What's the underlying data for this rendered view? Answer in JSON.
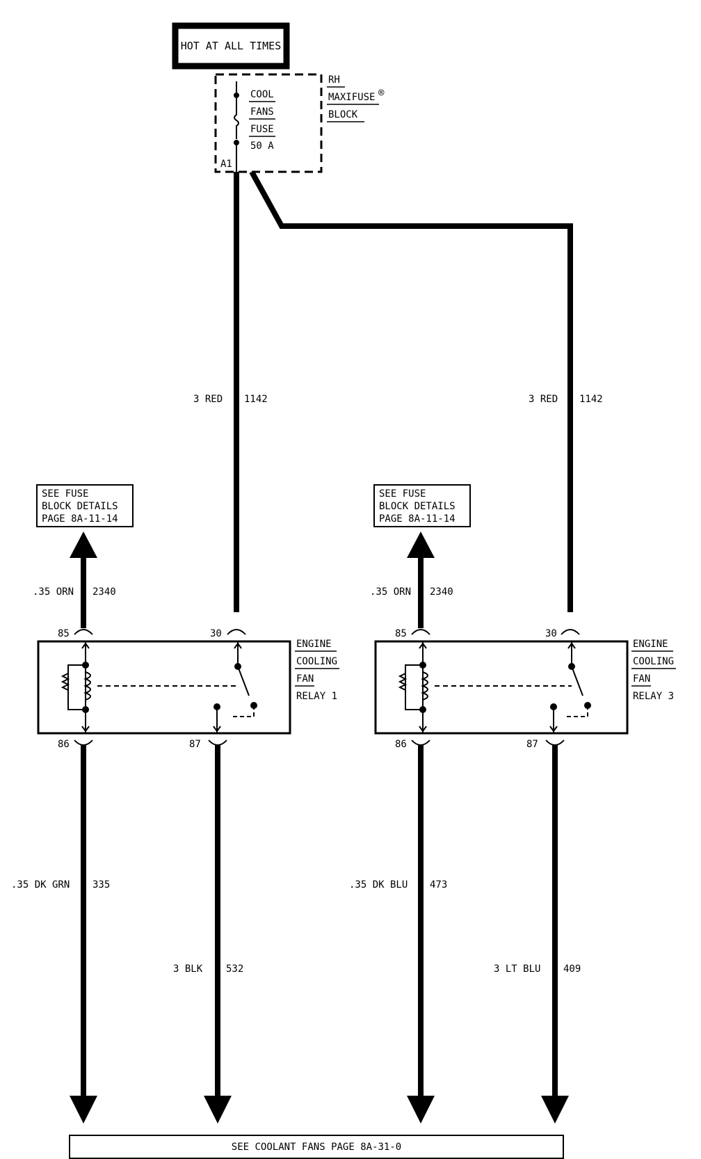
{
  "header_box": {
    "text": "HOT AT ALL TIMES"
  },
  "fuse_block": {
    "name_lines": [
      "RH",
      "MAXIFUSE",
      "BLOCK"
    ],
    "registered_mark": "®",
    "fuse_lines": [
      "COOL",
      "FANS",
      "FUSE",
      "50 A"
    ],
    "terminal": "A1"
  },
  "relays": [
    {
      "label_lines": [
        "ENGINE",
        "COOLING",
        "FAN",
        "RELAY 1"
      ],
      "pins": {
        "top_left": "85",
        "top_right": "30",
        "bottom_left": "86",
        "bottom_right": "87"
      },
      "feed_wire": {
        "gauge_color": "3 RED",
        "circuit": "1142"
      },
      "fuse_ref": {
        "lines": [
          "SEE FUSE",
          "BLOCK DETAILS",
          "PAGE 8A-11-14"
        ]
      },
      "fuse_ref_wire": {
        "gauge_color": ".35 ORN",
        "circuit": "2340"
      },
      "control_wire": {
        "gauge_color": ".35 DK GRN",
        "circuit": "335"
      },
      "output_wire": {
        "gauge_color": "3 BLK",
        "circuit": "532"
      }
    },
    {
      "label_lines": [
        "ENGINE",
        "COOLING",
        "FAN",
        "RELAY 3"
      ],
      "pins": {
        "top_left": "85",
        "top_right": "30",
        "bottom_left": "86",
        "bottom_right": "87"
      },
      "feed_wire": {
        "gauge_color": "3 RED",
        "circuit": "1142"
      },
      "fuse_ref": {
        "lines": [
          "SEE FUSE",
          "BLOCK DETAILS",
          "PAGE 8A-11-14"
        ]
      },
      "fuse_ref_wire": {
        "gauge_color": ".35 ORN",
        "circuit": "2340"
      },
      "control_wire": {
        "gauge_color": ".35 DK BLU",
        "circuit": "473"
      },
      "output_wire": {
        "gauge_color": "3 LT BLU",
        "circuit": "409"
      }
    }
  ],
  "footer_box": {
    "text": "SEE COOLANT FANS PAGE 8A-31-0"
  }
}
